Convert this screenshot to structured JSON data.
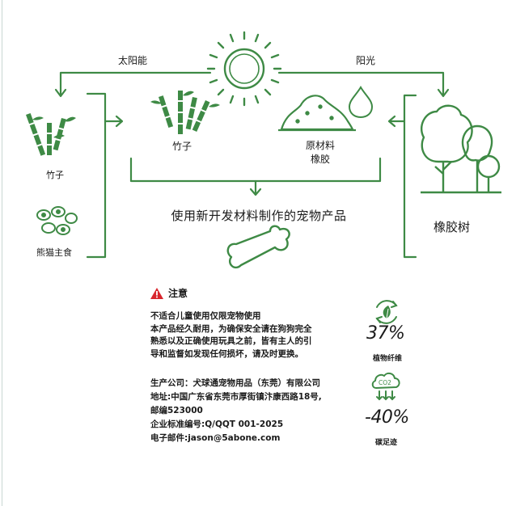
{
  "diagram": {
    "solar_label": "太阳能",
    "sunlight_label": "阳光",
    "bamboo_left_label": "竹子",
    "panda_food_label": "熊猫主食",
    "bamboo_center_label": "竹子",
    "raw_material_label_line1": "原材料",
    "raw_material_label_line2": "橡胶",
    "main_title": "使用新开发材料制作的宠物产品",
    "rubber_tree_label": "橡胶树"
  },
  "warning": {
    "title": "注意",
    "lines": [
      "不适合儿童使用仅限宠物使用",
      "本产品经久耐用，为确保安全请在狗狗完全",
      "熟悉以及正确使用玩具之前，皆有主人的引",
      "导和监督如发现任何损坏，请及时更换。"
    ]
  },
  "company": {
    "lines": [
      "生产公司：犬球通宠物用品（东莞）有限公司",
      "地址:中国广东省东莞市厚街镇汴康西路18号,",
      "邮编523000",
      "企业标准编号:Q/QQT  001-2025",
      "电子邮件:jason@5abone.com"
    ]
  },
  "stats": {
    "fiber_value": "37%",
    "fiber_label": "植物纤维",
    "co2_icon_text": "CO2",
    "carbon_value": "-40%",
    "carbon_label": "碳足迹"
  },
  "colors": {
    "green": "#3e8a45",
    "warning_red": "#d8262d"
  },
  "icons": [
    "sun-icon",
    "bamboo-icon",
    "soil-pile-icon",
    "water-drop-icon",
    "trees-icon",
    "beans-icon",
    "bone-icon",
    "warning-icon",
    "recycle-leaf-icon",
    "co2-cloud-icon"
  ]
}
